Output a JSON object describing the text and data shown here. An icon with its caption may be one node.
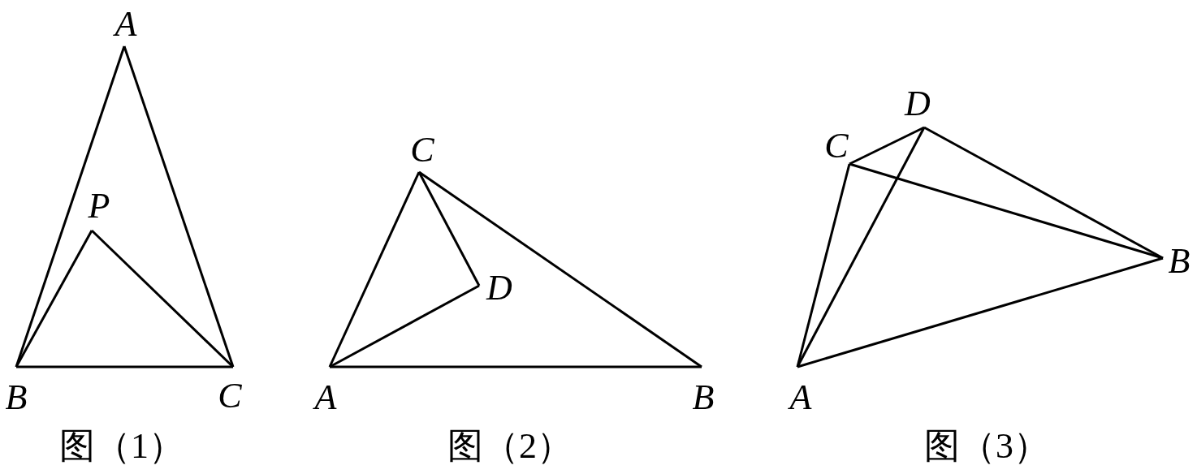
{
  "diagram": {
    "nodes": [
      {
        "text": [
          "A"
        ]
      },
      {
        "text": [
          "P"
        ]
      },
      {
        "text": [
          "B"
        ]
      },
      {
        "text": [
          "C"
        ]
      },
      {
        "text": [
          "C"
        ]
      },
      {
        "text": [
          "D"
        ]
      },
      {
        "text": [
          "A"
        ]
      },
      {
        "text": [
          "B"
        ]
      },
      {
        "text": [
          "D"
        ]
      },
      {
        "text": [
          "C"
        ]
      },
      {
        "text": [
          "B"
        ]
      },
      {
        "text": [
          "A"
        ]
      }
    ],
    "edges": [
      {
        "from": 0,
        "to": 2,
        "arrow": "none"
      },
      {
        "from": 0,
        "to": 3,
        "arrow": "none"
      },
      {
        "from": 2,
        "to": 3,
        "arrow": "none"
      },
      {
        "from": 2,
        "to": 1,
        "arrow": "none"
      },
      {
        "from": 1,
        "to": 3,
        "arrow": "none"
      },
      {
        "from": 4,
        "to": 6,
        "arrow": "none"
      },
      {
        "from": 4,
        "to": 7,
        "arrow": "none"
      },
      {
        "from": 6,
        "to": 7,
        "arrow": "none"
      },
      {
        "from": 4,
        "to": 5,
        "arrow": "none"
      },
      {
        "from": 5,
        "to": 6,
        "arrow": "none"
      },
      {
        "from": 9,
        "to": 8,
        "arrow": "none"
      },
      {
        "from": 8,
        "to": 10,
        "arrow": "none"
      },
      {
        "from": 9,
        "to": 10,
        "arrow": "none"
      },
      {
        "from": 11,
        "to": 9,
        "arrow": "none"
      },
      {
        "from": 11,
        "to": 8,
        "arrow": "none"
      },
      {
        "from": 11,
        "to": 10,
        "arrow": "none"
      }
    ],
    "labels": [
      "图（1）",
      "图（2）",
      "图（3）"
    ]
  }
}
